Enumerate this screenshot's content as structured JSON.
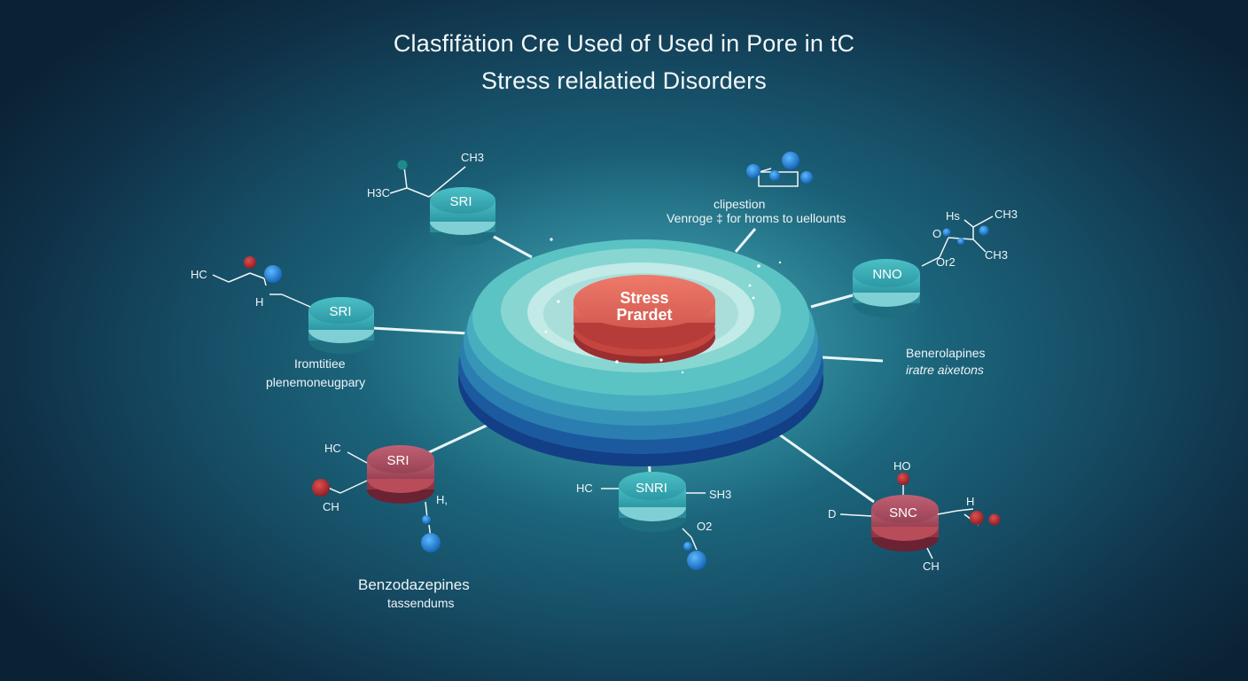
{
  "title": {
    "line1": "Clasfifätion Cre Used of Used in Pore in tC",
    "line2": "Stress relalatied Disorders"
  },
  "center": {
    "line1": "Stress",
    "line2": "Prardet"
  },
  "nodes": [
    {
      "label": "SRI"
    },
    {
      "label": "SRI"
    },
    {
      "label": "SRI"
    },
    {
      "label": "SNRI"
    },
    {
      "label": "NNO"
    },
    {
      "label": "SNC"
    }
  ],
  "captions": {
    "top_right_1": "clipestion",
    "top_right_2": "Venroge ‡ for hroms to uellounts",
    "left_1": "Iromtitiee",
    "left_2": "plenemoneugpary",
    "right_1": "Benerolapines",
    "right_2": "iratre aixetons",
    "bottom_left_1": "Benzodazepines",
    "bottom_left_2": "tassendums"
  },
  "chem_labels": {
    "n1_ch3": "CH3",
    "n1_h3c": "H3C",
    "n2_hc": "HC",
    "n2_h": "H",
    "n3_hc": "HC",
    "n3_ch": "CH",
    "n3_h": "H,",
    "n4_hc": "HC",
    "n4_sh3": "SH3",
    "n4_o2": "O2",
    "n5_hs": "Hs",
    "n5_ch3a": "CH3",
    "n5_o": "O",
    "n5_or2": "Or2",
    "n5_ch3b": "CH3",
    "n6_ho": "HO",
    "n6_d": "D",
    "n6_h": "H",
    "n6_ch": "CH"
  },
  "colors": {
    "teal_pill": "#3aaab4",
    "rose_pill": "#a64a5c",
    "center_disc": "#e0665a",
    "ring": "#5cc3c4",
    "atom_red": "#b02a2e",
    "atom_blue": "#1f7fd6"
  }
}
